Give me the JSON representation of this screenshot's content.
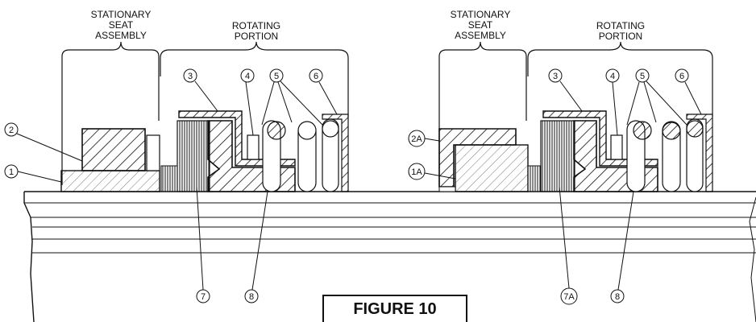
{
  "figure": {
    "caption": "FIGURE 10"
  },
  "left_assembly": {
    "stationary_label": [
      "STATIONARY",
      "SEAT",
      "ASSEMBLY"
    ],
    "rotating_label": [
      "ROTATING",
      "PORTION"
    ],
    "callouts": [
      "1",
      "2",
      "3",
      "4",
      "5",
      "6",
      "7",
      "8"
    ]
  },
  "right_assembly": {
    "stationary_label": [
      "STATIONARY",
      "SEAT",
      "ASSEMBLY"
    ],
    "rotating_label": [
      "ROTATING",
      "PORTION"
    ],
    "callouts": [
      "1A",
      "2A",
      "3",
      "4",
      "5",
      "6",
      "7A",
      "8"
    ]
  }
}
